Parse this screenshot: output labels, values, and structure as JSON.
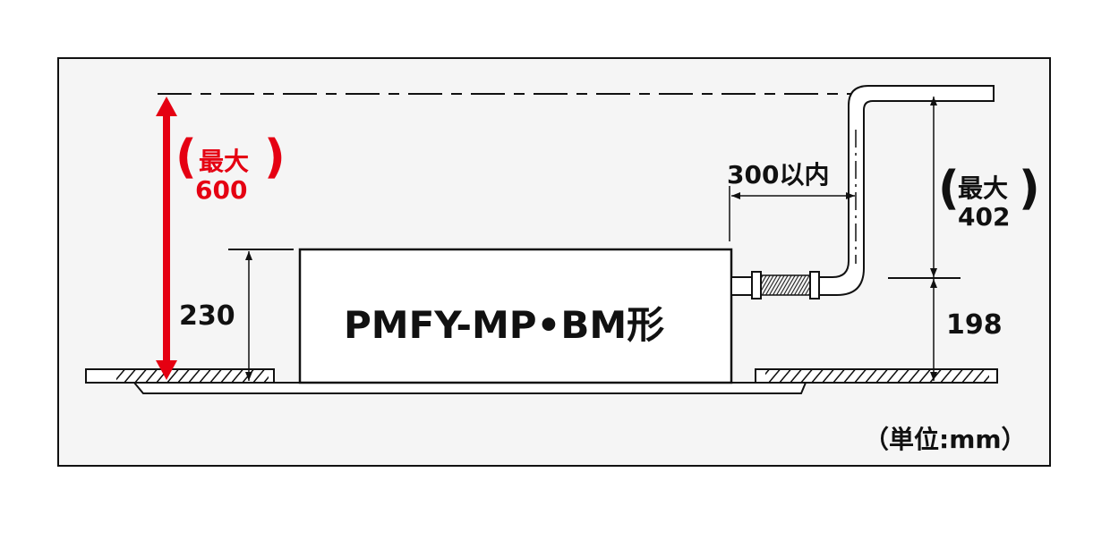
{
  "diagram": {
    "model_label": "PMFY-MP•BM形",
    "unit_label": "（単位:mm）",
    "dimensions": {
      "max_drain_lift": {
        "top": "最大",
        "value": "600"
      },
      "unit_height": "230",
      "horizontal_pipe": "300以内",
      "max_rise": {
        "top": "最大",
        "value": "402"
      },
      "drain_outlet_height": "198"
    },
    "colors": {
      "accent_red": "#e50012",
      "line": "#111111",
      "background": "#f5f5f5",
      "fill": "#ffffff"
    }
  }
}
